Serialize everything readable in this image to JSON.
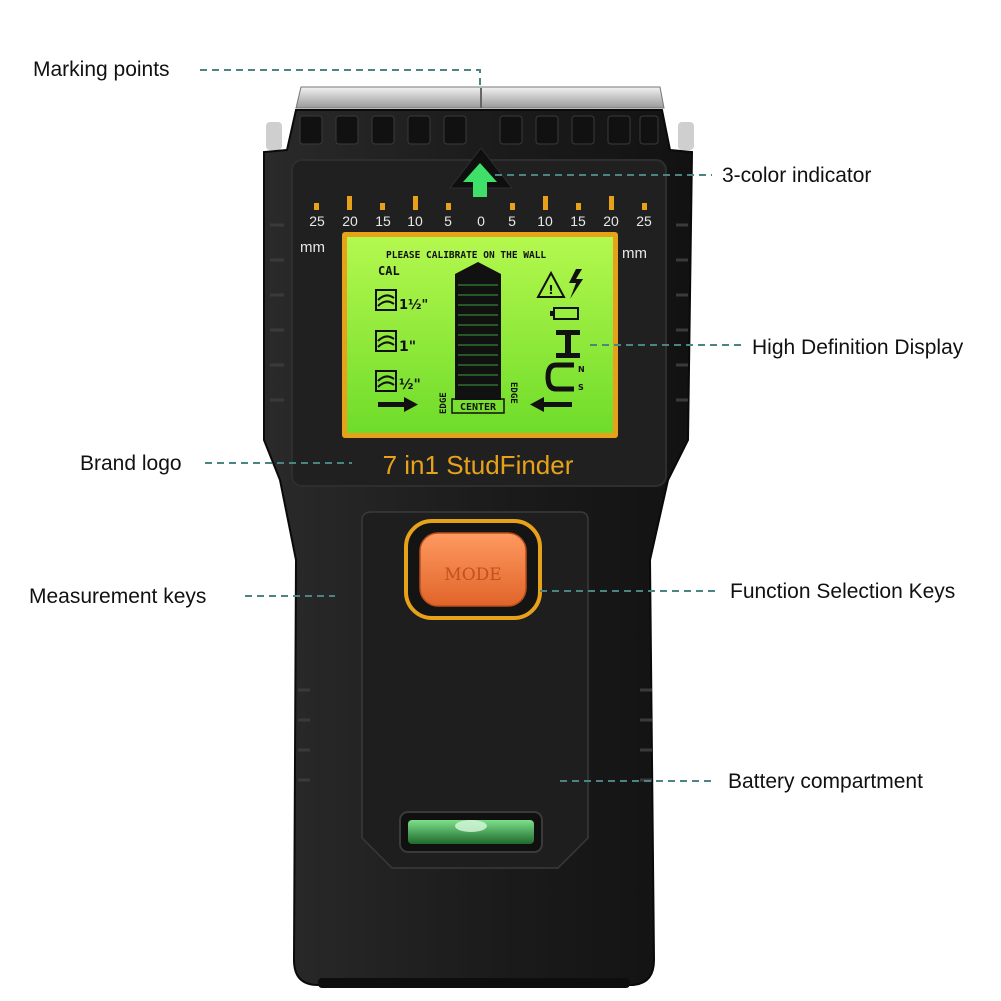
{
  "callouts": {
    "marking_points": "Marking points",
    "color_indicator": "3-color indicator",
    "display": "High Definition Display",
    "brand_logo": "Brand logo",
    "measurement_keys": "Measurement keys",
    "function_keys": "Function Selection Keys",
    "battery": "Battery compartment"
  },
  "device": {
    "scale_left": [
      "25",
      "20",
      "15",
      "10",
      "5"
    ],
    "scale_zero": "0",
    "scale_right": [
      "5",
      "10",
      "15",
      "20",
      "25"
    ],
    "unit": "mm",
    "brand_text": "7 in1 StudFinder",
    "mode_button": "MODE",
    "colors": {
      "body": "#1c1c1c",
      "accent": "#e8a21a",
      "lcd": "#8ef03a",
      "button": "#f07a3a"
    }
  },
  "lcd": {
    "header": "PLEASE CALIBRATE ON THE WALL",
    "cal": "CAL",
    "wood_labels": [
      "1½\"",
      "1\"",
      "½\""
    ],
    "center": "CENTER",
    "edge": "EDGE",
    "magnet_labels": [
      "N",
      "S"
    ]
  }
}
